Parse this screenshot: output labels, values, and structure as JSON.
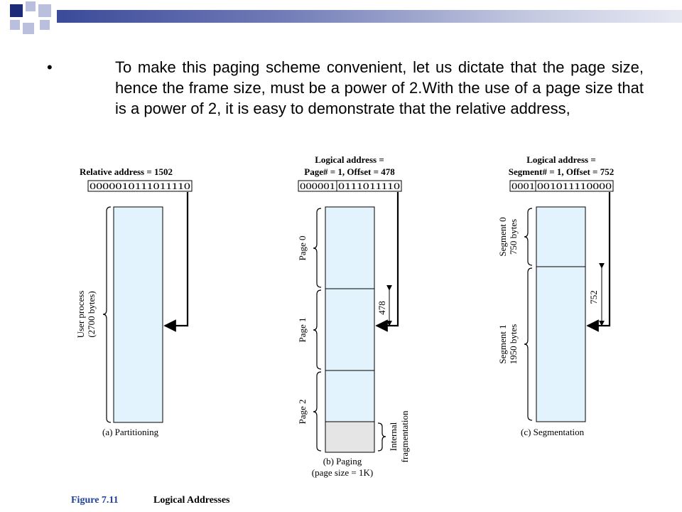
{
  "slide": {
    "bullet": "•",
    "paragraph": "To make this paging scheme convenient, let us  dictate    that the page size, hence the frame size, must be a power of 2.With the use of a page size that is a power of 2, it is easy to demonstrate that the relative address,"
  },
  "figure": {
    "caption_label": "Figure 7.11",
    "caption_title": "Logical Addresses",
    "partitioning": {
      "header": "Relative address = 1502",
      "bits": "0000010111011110",
      "process_label": "User process",
      "process_size": "(2700 bytes)",
      "caption": "(a) Partitioning"
    },
    "paging": {
      "header_line1": "Logical address =",
      "header_line2": "Page# = 1, Offset = 478",
      "bits_page": "000001",
      "bits_offset": "0111011110",
      "page0": "Page 0",
      "page1": "Page 1",
      "page2": "Page 2",
      "offset_label": "478",
      "fragment_line1": "Internal",
      "fragment_line2": "fragmentation",
      "caption_line1": "(b) Paging",
      "caption_line2": "(page size = 1K)"
    },
    "segmentation": {
      "header_line1": "Logical address =",
      "header_line2": "Segment# = 1, Offset = 752",
      "bits_segment": "0001",
      "bits_offset": "001011110000",
      "seg0_name": "Segment 0",
      "seg0_size": "750 bytes",
      "seg1_name": "Segment 1",
      "seg1_size": "1950 bytes",
      "offset_label": "752",
      "caption": "(c) Segmentation"
    }
  },
  "colors": {
    "deco_dark": "#1e2a78",
    "deco_light": "#b9bfdc",
    "memory_fill": "#e3f3fd",
    "fragment_fill": "#e5e5e5",
    "caption_blue": "#1f3f9a"
  }
}
